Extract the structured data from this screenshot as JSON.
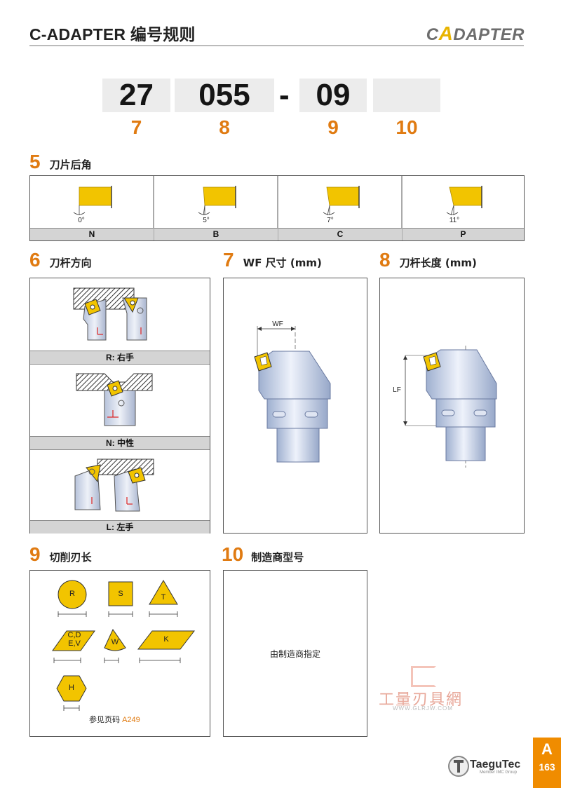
{
  "header": {
    "title": "C-ADAPTER 编号规则",
    "logo_c": "C",
    "logo_a": "A",
    "logo_rest": "DAPTER"
  },
  "code": {
    "parts": [
      "27",
      "055",
      "09",
      ""
    ],
    "dash": "-",
    "position_numbers": [
      "7",
      "8",
      "9",
      "10"
    ]
  },
  "section5": {
    "number": "5",
    "title": "刀片后角",
    "cells": [
      {
        "angle": "0°",
        "code": "N"
      },
      {
        "angle": "5°",
        "code": "B"
      },
      {
        "angle": "7°",
        "code": "C"
      },
      {
        "angle": "11°",
        "code": "P"
      }
    ]
  },
  "section6": {
    "number": "6",
    "title": "刀杆方向",
    "items": [
      "R: 右手",
      "N: 中性",
      "L: 左手"
    ]
  },
  "section7": {
    "number": "7",
    "title": "WF 尺寸 (mm)",
    "dim_label": "WF"
  },
  "section8": {
    "number": "8",
    "title": "刀杆长度 (mm)",
    "dim_label": "LF"
  },
  "section9": {
    "number": "9",
    "title": "切削刃长",
    "shapes": [
      "R",
      "S",
      "T",
      "C,D",
      "E,V",
      "W",
      "K",
      "H"
    ],
    "ref_text": "参见页码",
    "ref_page": "A249"
  },
  "section10": {
    "number": "10",
    "title": "制造商型号",
    "body": "由制造商指定"
  },
  "watermark": {
    "text": "工量刃具網",
    "url": "WWW.GLRJW.COM"
  },
  "footer": {
    "brand": "TaeguTec",
    "brand_sub": "Member IMC Group",
    "tab_letter": "A",
    "page": "163"
  },
  "colors": {
    "accent": "#e07b12",
    "insert": "#f2c400",
    "tab": "#f08c00"
  }
}
